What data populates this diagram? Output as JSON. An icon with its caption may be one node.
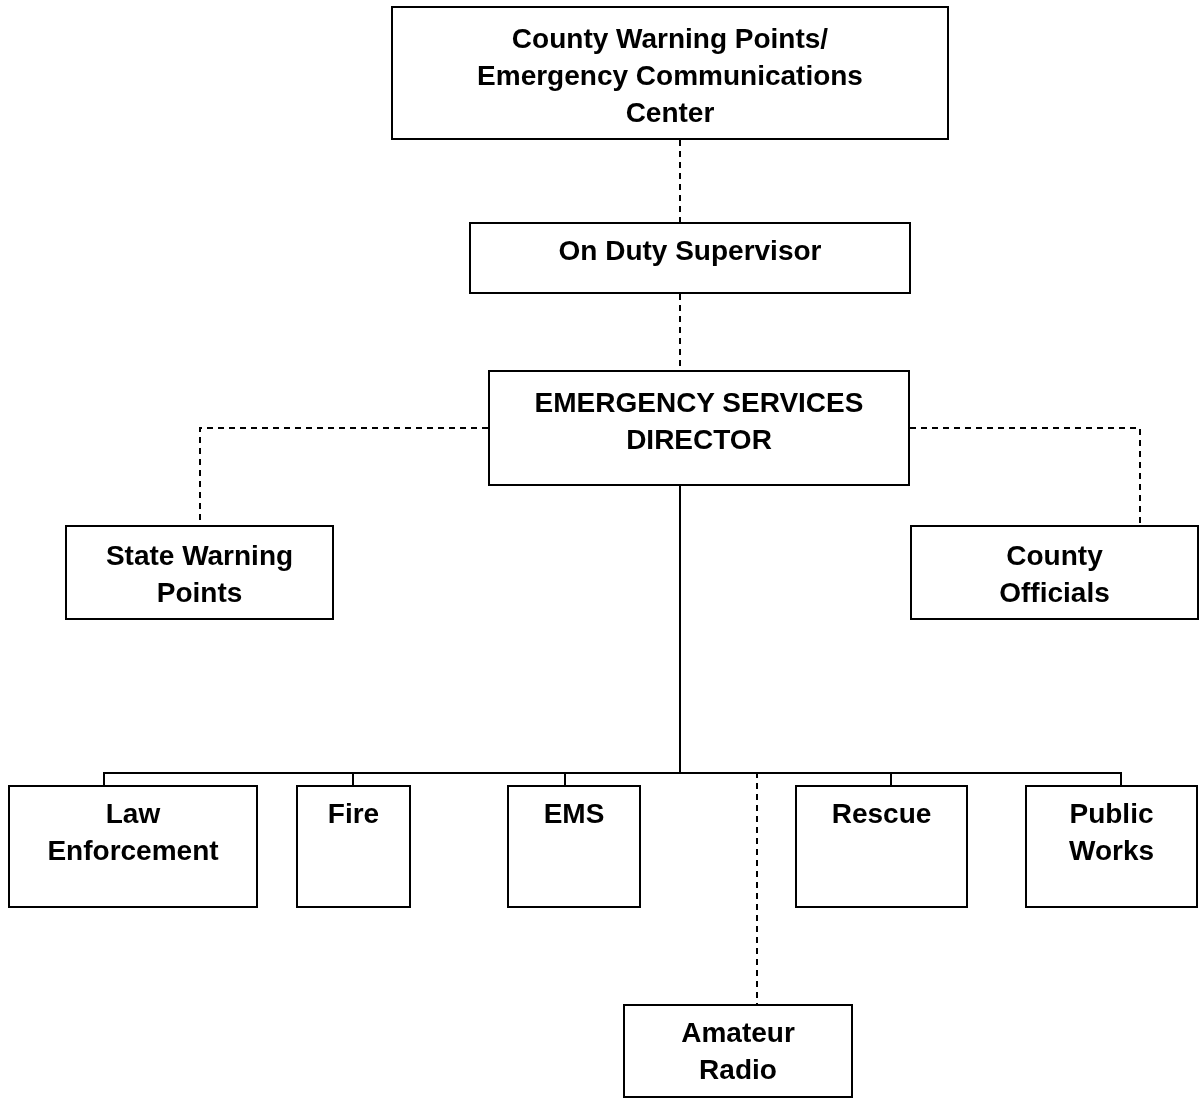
{
  "diagram": {
    "nodes": [
      {
        "text": [
          "County Warning Points/ Emergency Communications Center"
        ]
      },
      {
        "text": [
          "On Duty Supervisor"
        ]
      },
      {
        "text": [
          "EMERGENCY SERVICES DIRECTOR"
        ]
      },
      {
        "text": [
          "State Warning Points"
        ]
      },
      {
        "text": [
          "County Officials"
        ]
      },
      {
        "text": [
          "Law Enforcement"
        ]
      },
      {
        "text": [
          "Fire"
        ]
      },
      {
        "text": [
          "EMS"
        ]
      },
      {
        "text": [
          "Rescue"
        ]
      },
      {
        "text": [
          "Public Works"
        ]
      },
      {
        "text": [
          "Amateur Radio"
        ]
      }
    ],
    "edges": [
      {
        "from": 0,
        "to": 1,
        "arrow": "none",
        "style": "dashed"
      },
      {
        "from": 1,
        "to": 2,
        "arrow": "none",
        "style": "dashed"
      },
      {
        "from": 2,
        "to": 3,
        "arrow": "none",
        "style": "dashed"
      },
      {
        "from": 2,
        "to": 4,
        "arrow": "none",
        "style": "dashed"
      },
      {
        "from": 2,
        "to": 10,
        "arrow": "none",
        "style": "dashed"
      },
      {
        "from": 2,
        "to": 5,
        "arrow": "none"
      },
      {
        "from": 2,
        "to": 6,
        "arrow": "none"
      },
      {
        "from": 2,
        "to": 7,
        "arrow": "none"
      },
      {
        "from": 2,
        "to": 8,
        "arrow": "none"
      },
      {
        "from": 2,
        "to": 9,
        "arrow": "none"
      }
    ]
  }
}
